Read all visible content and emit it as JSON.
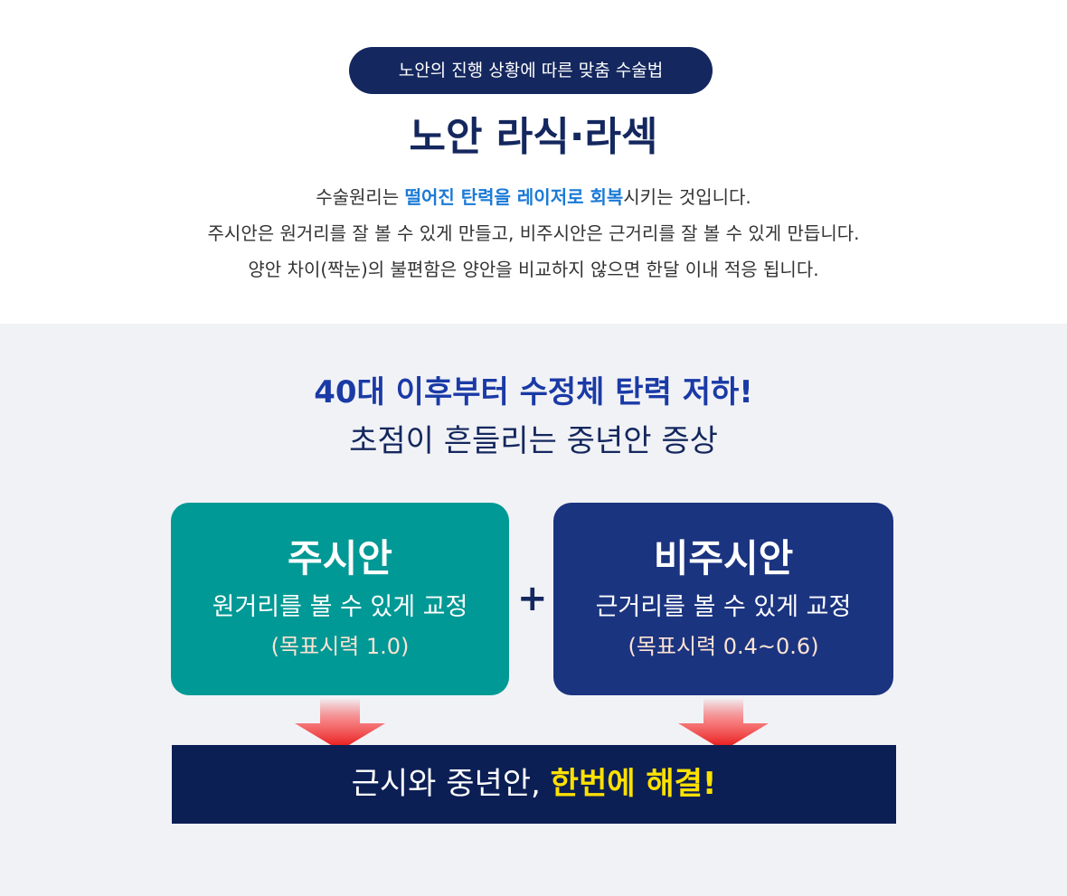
{
  "header": {
    "pill": "노안의 진행 상황에 따른 맞춤 수술법",
    "title": "노안 라식·라섹"
  },
  "description": {
    "line1_pre": "수술원리는 ",
    "line1_highlight": "떨어진 탄력을 레이저로 회복",
    "line1_post": "시키는 것입니다.",
    "line2": "주시안은 원거리를 잘 볼 수 있게 만들고, 비주시안은 근거리를 잘 볼 수 있게 만듭니다.",
    "line3": "양안 차이(짝눈)의 불편함은 양안을 비교하지 않으면 한달 이내 적응 됩니다."
  },
  "symptom": {
    "headline1": "40대 이후부터 수정체 탄력 저하!",
    "headline2": "초점이 흔들리는 중년안 증상"
  },
  "cards": [
    {
      "title": "주시안",
      "subtitle": "원거리를 볼 수 있게 교정",
      "note": "(목표시력 1.0)"
    },
    {
      "title": "비주시안",
      "subtitle": "근거리를 볼 수 있게 교정",
      "note": "(목표시력 0.4~0.6)"
    }
  ],
  "plus_sign": "+",
  "banner": {
    "text": "근시와 중년안, ",
    "highlight": "한번에 해결!"
  },
  "colors": {
    "navy": "#14275e",
    "teal": "#009995",
    "card_navy": "#1b3480",
    "banner": "#0b1f55",
    "highlight_blue": "#1a7ad6",
    "highlight_yellow": "#ffe100",
    "arrow_red": "#f41e1e"
  }
}
